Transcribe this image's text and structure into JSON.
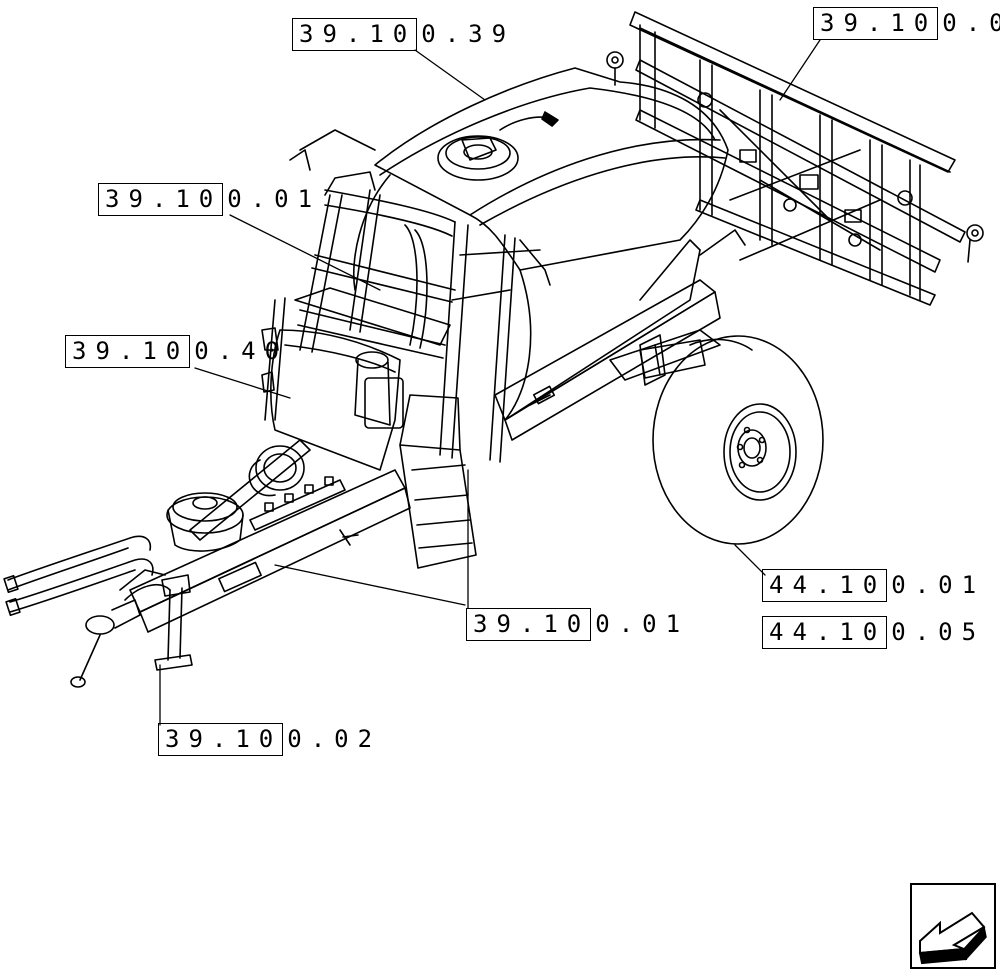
{
  "callouts": [
    {
      "id": "c1",
      "boxed": "39.10",
      "rest": "0.39"
    },
    {
      "id": "c2",
      "boxed": "39.10",
      "rest": "0.0"
    },
    {
      "id": "c3",
      "boxed": "39.10",
      "rest": "0.01"
    },
    {
      "id": "c4",
      "boxed": "39.10",
      "rest": "0.40"
    },
    {
      "id": "c5",
      "boxed": "39.10",
      "rest": "0.01"
    },
    {
      "id": "c6",
      "boxed": "44.10",
      "rest": "0.01"
    },
    {
      "id": "c7",
      "boxed": "44.10",
      "rest": "0.05"
    },
    {
      "id": "c8",
      "boxed": "39.10",
      "rest": "0.02"
    }
  ],
  "navigation": {
    "icon": "previous-page-arrow-icon"
  }
}
